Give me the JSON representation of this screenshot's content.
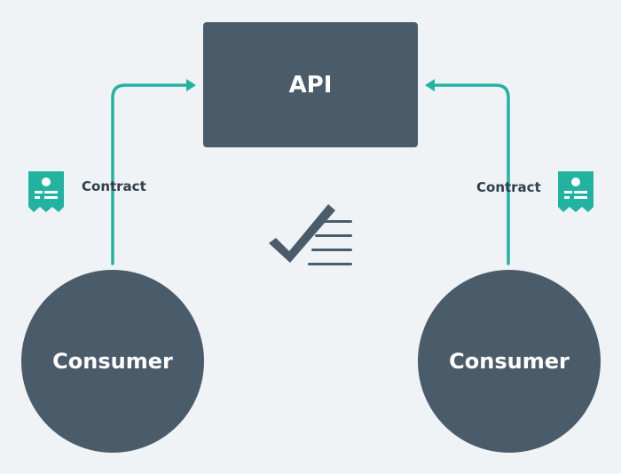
{
  "diagram": {
    "api_label": "API",
    "consumers": [
      {
        "label": "Consumer"
      },
      {
        "label": "Consumer"
      }
    ],
    "contracts": [
      {
        "label": "Contract"
      },
      {
        "label": "Contract"
      }
    ]
  },
  "colors": {
    "background": "#f0f3f6",
    "node": "#4a5b6a",
    "accent": "#22b3a0",
    "text_dark": "#2f3f4c"
  },
  "icons": {
    "contract": "contract-document-icon",
    "validation": "checkmark-list-icon"
  }
}
